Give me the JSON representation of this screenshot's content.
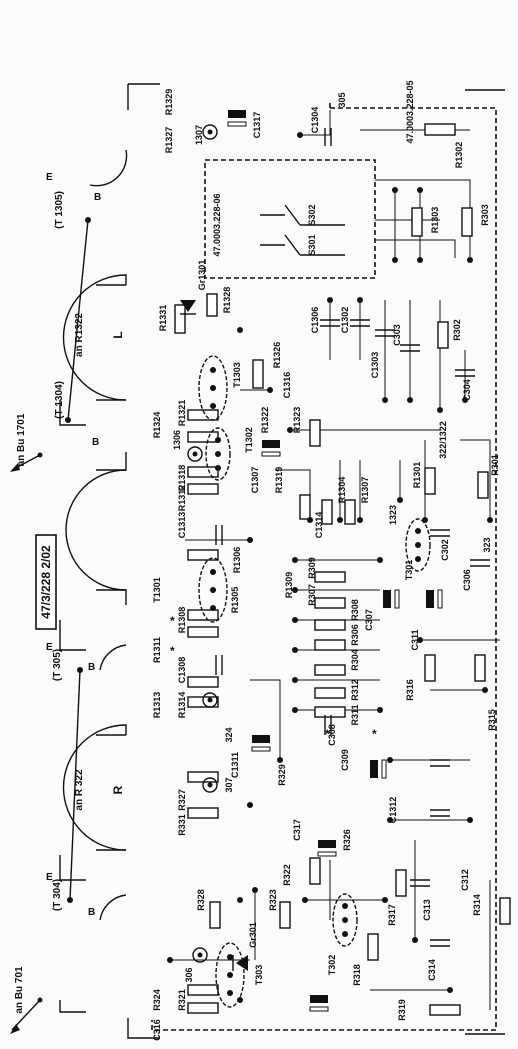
{
  "drawing_number": "47.0003.228-05",
  "module_label": "47/3/228  2/02",
  "sub_board_label": "47.0003.228-06",
  "switch_labels": [
    "S302",
    "S301"
  ],
  "channel_labels": [
    "L",
    "R"
  ],
  "connections": {
    "to_R1322": "an R1322",
    "to_R322": "an R 322",
    "to_Bu1701": "an Bu 1701",
    "to_Bu701": "an Bu 701",
    "t1305": "(T 1305)",
    "t1304": "(T 1304)",
    "t305": "(T 305)",
    "t304": "(T 304)",
    "e": "E",
    "b": "B"
  },
  "components": {
    "top": [
      "R1329",
      "R1327",
      "1307",
      "C1317",
      "C1304",
      "305",
      "R1302",
      "R1303",
      "R303",
      "R302",
      "Gr1301",
      "R1328",
      "R1331",
      "T1303",
      "R1326",
      "C1316",
      "C1306",
      "C1302",
      "C303",
      "C1303",
      "C304",
      "R1321",
      "R1324",
      "R1322",
      "T1302",
      "R1323",
      "1306",
      "R1301",
      "322/1322",
      "R301",
      "R1318",
      "R1312",
      "R1319",
      "C1307",
      "R1304",
      "R1307",
      "C1314",
      "1323",
      "323",
      "C1313",
      "R1306",
      "R1309",
      "R1305",
      "T301",
      "C302",
      "C306"
    ],
    "middle": [
      "T1301",
      "R1308",
      "R1311",
      "C1308",
      "R1313",
      "R1314",
      "R307",
      "R308",
      "R306",
      "R304",
      "R312",
      "R311",
      "R309",
      "C307",
      "C311",
      "R316",
      "R315",
      "C309",
      "C308",
      "324",
      "C1311",
      "R329",
      "307"
    ],
    "bottom": [
      "R327",
      "R331",
      "C317",
      "R326",
      "C1312",
      "C312",
      "R322",
      "R328",
      "R323",
      "Gr301",
      "306",
      "T303",
      "R317",
      "C313",
      "R314",
      "T302",
      "R318",
      "C314",
      "R319",
      "R321",
      "R324",
      "C316"
    ]
  }
}
